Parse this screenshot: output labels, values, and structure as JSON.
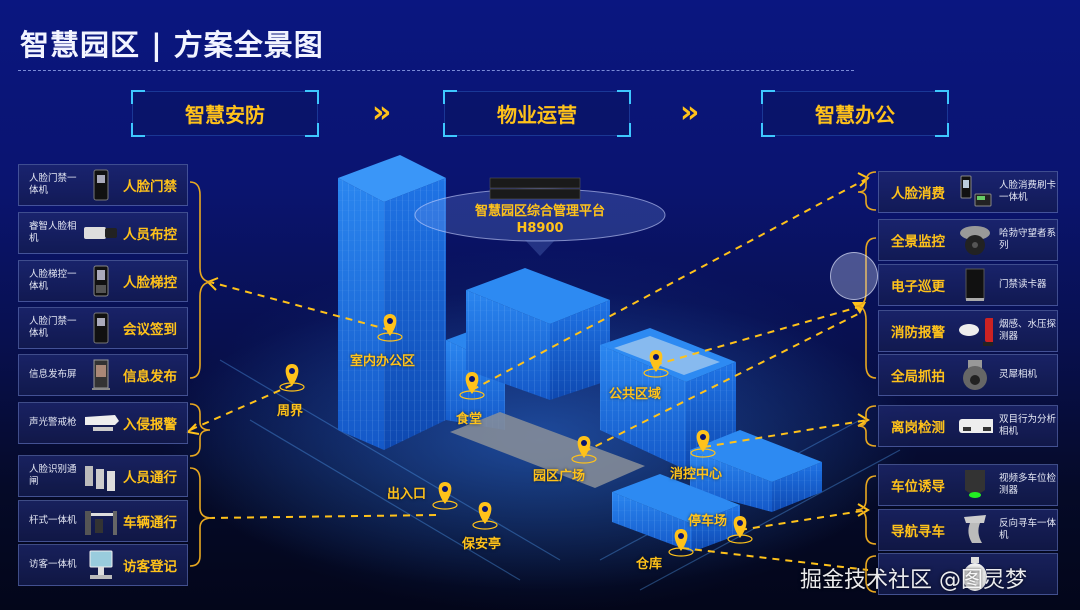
{
  "header": {
    "title": "智慧园区 | 方案全景图"
  },
  "categories": [
    {
      "label": "智慧安防"
    },
    {
      "label": "物业运营"
    },
    {
      "label": "智慧办公"
    }
  ],
  "chevron": "»",
  "left_panel": [
    {
      "device": "人脸门禁一体机",
      "function": "人脸门禁",
      "icon": "face-terminal-icon"
    },
    {
      "device": "睿智人脸相机",
      "function": "人员布控",
      "icon": "camera-icon"
    },
    {
      "device": "人脸梯控一体机",
      "function": "人脸梯控",
      "icon": "face-terminal-icon"
    },
    {
      "device": "人脸门禁一体机",
      "function": "会议签到",
      "icon": "face-terminal-icon"
    },
    {
      "device": "信息发布屏",
      "function": "信息发布",
      "icon": "display-screen-icon"
    },
    {
      "device": "声光警戒枪",
      "function": "入侵报警",
      "icon": "bullet-camera-icon"
    },
    {
      "device": "人脸识别通闸",
      "function": "人员通行",
      "icon": "turnstile-icon"
    },
    {
      "device": "杆式一体机",
      "function": "车辆通行",
      "icon": "barrier-gate-icon"
    },
    {
      "device": "访客一体机",
      "function": "访客登记",
      "icon": "visitor-kiosk-icon"
    }
  ],
  "right_panel": [
    {
      "function": "人脸消费",
      "device": "人脸消费刷卡一体机",
      "icon": "pos-terminal-icon"
    },
    {
      "function": "全景监控",
      "device": "哈勃守望者系列",
      "icon": "panoramic-camera-icon"
    },
    {
      "function": "电子巡更",
      "device": "门禁读卡器",
      "icon": "card-reader-icon"
    },
    {
      "function": "消防报警",
      "device": "烟感、水压探测器",
      "icon": "smoke-detector-icon"
    },
    {
      "function": "全局抓拍",
      "device": "灵犀相机",
      "icon": "dome-camera-icon"
    },
    {
      "function": "离岗检测",
      "device": "双目行为分析相机",
      "icon": "binocular-camera-icon"
    },
    {
      "function": "车位诱导",
      "device": "视频多车位检测器",
      "icon": "parking-detector-icon"
    },
    {
      "function": "导航寻车",
      "device": "反向寻车一体机",
      "icon": "kiosk-icon"
    },
    {
      "function": "",
      "device": "",
      "icon": "speed-dome-camera-icon"
    }
  ],
  "platform": {
    "name": "智慧园区综合管理平台",
    "model": "H8900"
  },
  "locations": [
    {
      "label": "室内办公区"
    },
    {
      "label": "周界"
    },
    {
      "label": "食堂"
    },
    {
      "label": "公共区域"
    },
    {
      "label": "园区广场"
    },
    {
      "label": "消控中心"
    },
    {
      "label": "出入口"
    },
    {
      "label": "保安亭"
    },
    {
      "label": "停车场"
    },
    {
      "label": "仓库"
    }
  ],
  "colors": {
    "accent": "#ffc21a",
    "frame": "#3ec8ff",
    "building": "#1e6fe0",
    "background": "#0a1470"
  },
  "watermark": "掘金技术社区 @图灵梦"
}
